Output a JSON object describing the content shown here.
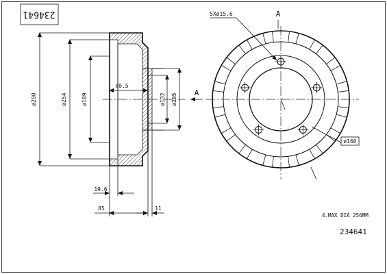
{
  "sheet": {
    "part_number_rotated": "234641",
    "part_number": "234641",
    "note": "4.MAX DIA 256MM"
  },
  "dimensions": {
    "d290": "ø290",
    "d254": "ø254",
    "d189": "ø189",
    "d132": "ø132",
    "d205": "ø205",
    "d160": "ø160",
    "w60_5": "60.5",
    "w19_6": "19.6",
    "w85": "85",
    "w11": "11",
    "bolt_holes": "5Xø15.6"
  },
  "section_labels": {
    "top": "A",
    "left": "A"
  }
}
